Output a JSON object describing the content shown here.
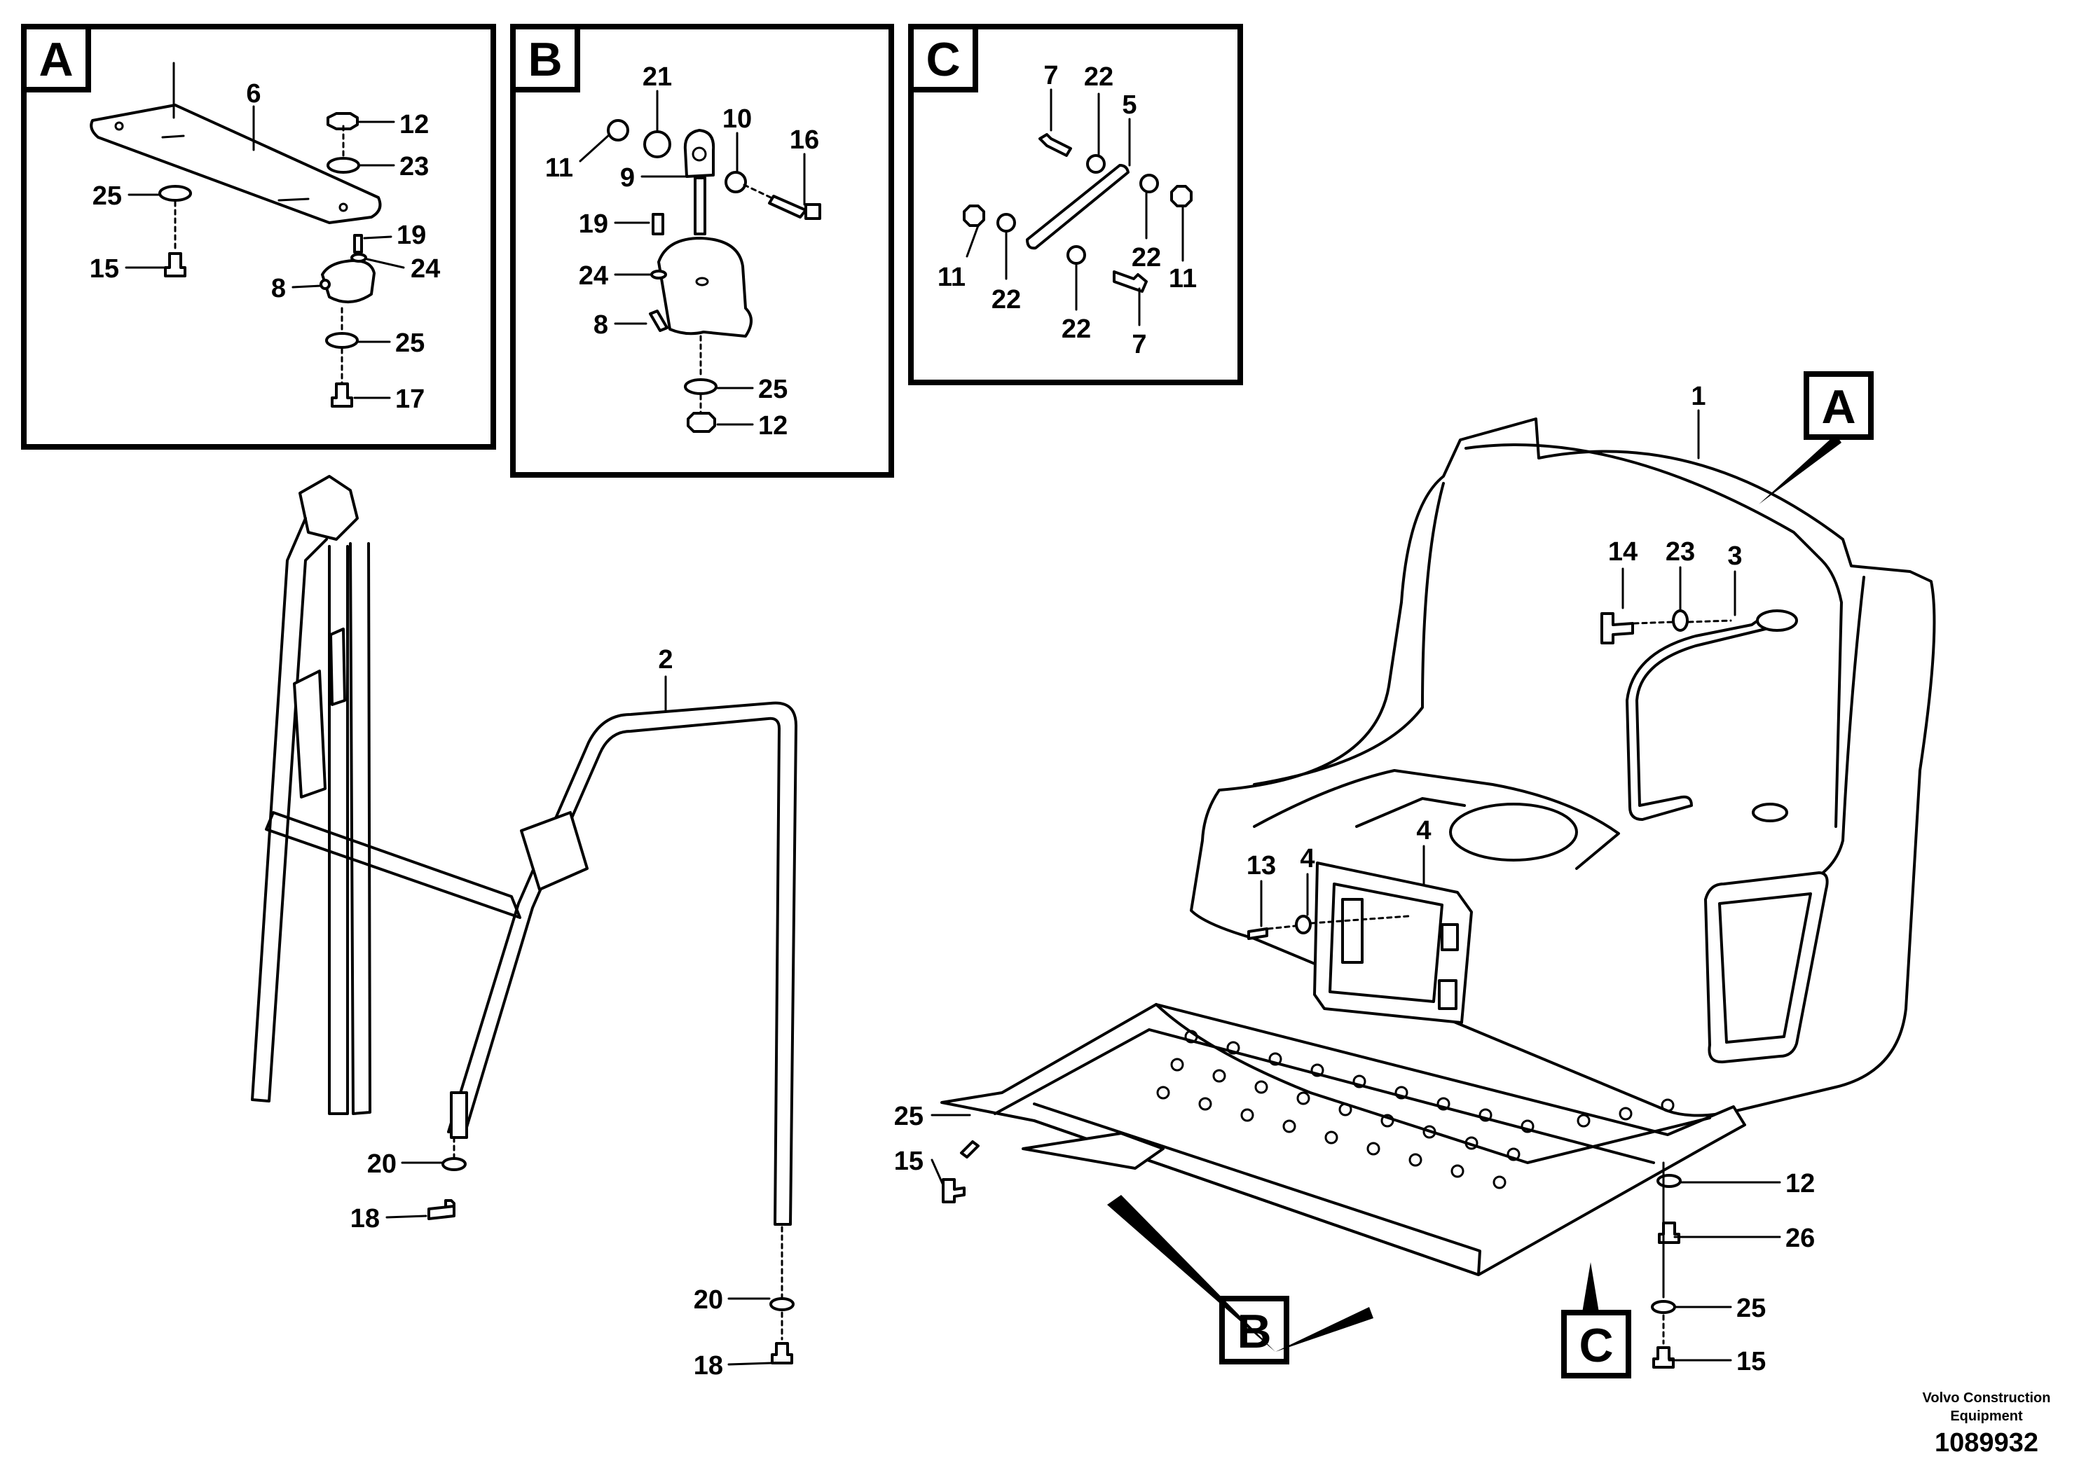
{
  "callouts": {
    "a": "A",
    "b": "B",
    "c": "C"
  },
  "detail_a": {
    "labels": [
      "6",
      "12",
      "23",
      "25",
      "15",
      "19",
      "24",
      "8",
      "25",
      "17"
    ]
  },
  "detail_b": {
    "labels": [
      "21",
      "10",
      "16",
      "11",
      "9",
      "19",
      "24",
      "8",
      "25",
      "12"
    ]
  },
  "detail_c": {
    "labels": [
      "7",
      "22",
      "5",
      "11",
      "22",
      "22",
      "22",
      "11",
      "7"
    ]
  },
  "main": {
    "labels": [
      "1",
      "14",
      "23",
      "3",
      "13",
      "4",
      "4",
      "2",
      "25",
      "15",
      "12",
      "26",
      "25",
      "15",
      "20",
      "18",
      "20",
      "18"
    ]
  },
  "footer": {
    "company_line1": "Volvo Construction",
    "company_line2": "Equipment",
    "figure_number": "1089932"
  }
}
